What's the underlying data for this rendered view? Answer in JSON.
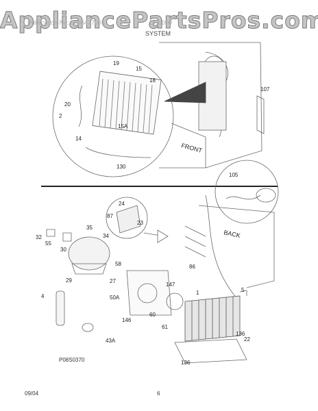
{
  "watermark": "AppliancePartsPros.com",
  "header": {
    "left": "Publication No: 5995477091",
    "right": "DFE000",
    "section": "SYSTEM"
  },
  "figure": {
    "code": "P08S0370",
    "callouts": [
      "19",
      "15",
      "18",
      "107",
      "20",
      "2",
      "15A",
      "14",
      "130",
      "105",
      "24",
      "87",
      "23",
      "35",
      "32",
      "55",
      "34",
      "30",
      "29",
      "58",
      "27",
      "86",
      "147",
      "5",
      "4",
      "1",
      "50A",
      "60",
      "146",
      "61",
      "136",
      "22",
      "43A",
      "136"
    ],
    "labels": {
      "front": "FRONT",
      "back": "BACK"
    }
  },
  "footer": {
    "date": "09/04",
    "page": "6"
  }
}
